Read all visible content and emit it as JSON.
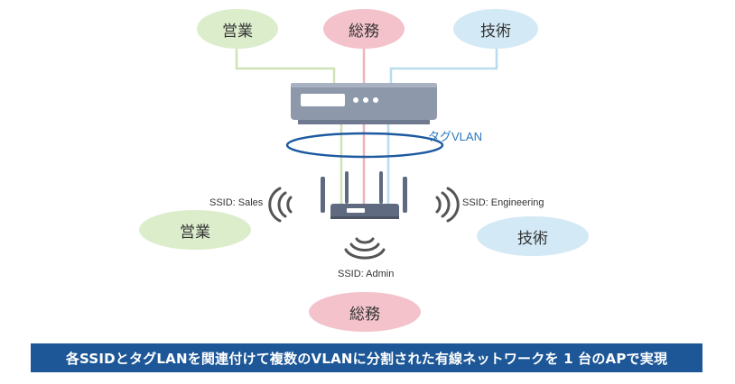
{
  "groups": {
    "sales": "営業",
    "general_affairs": "総務",
    "engineering": "技術"
  },
  "tagged_vlan": "タグVLAN",
  "ssids": {
    "sales": "SSID: Sales",
    "engineering": "SSID: Engineering",
    "admin": "SSID: Admin"
  },
  "caption": "各SSIDとタグLANを関連付けて複数のVLANに分割された有線ネットワークを 1 台のAPで実現",
  "colors": {
    "sales": "#dcedcc",
    "general_affairs": "#f3c2cb",
    "engineering": "#d3e9f5",
    "sales_line": "#cfe3b8",
    "general_affairs_line": "#eab4bd",
    "engineering_line": "#b9dcee",
    "vlan_ring": "#1e5aa0",
    "tag_text": "#2a76bd",
    "switch_body": "#8e98ab",
    "switch_front": "#5f6a80",
    "ap_body": "#5f6a80",
    "wifi": "#555555",
    "caption_bg": "#1d5797"
  },
  "icons": {
    "switch": "switch-icon",
    "access_point": "access-point-icon",
    "wifi_left": "wifi-signal-left-icon",
    "wifi_right": "wifi-signal-right-icon",
    "wifi_down": "wifi-signal-down-icon"
  }
}
